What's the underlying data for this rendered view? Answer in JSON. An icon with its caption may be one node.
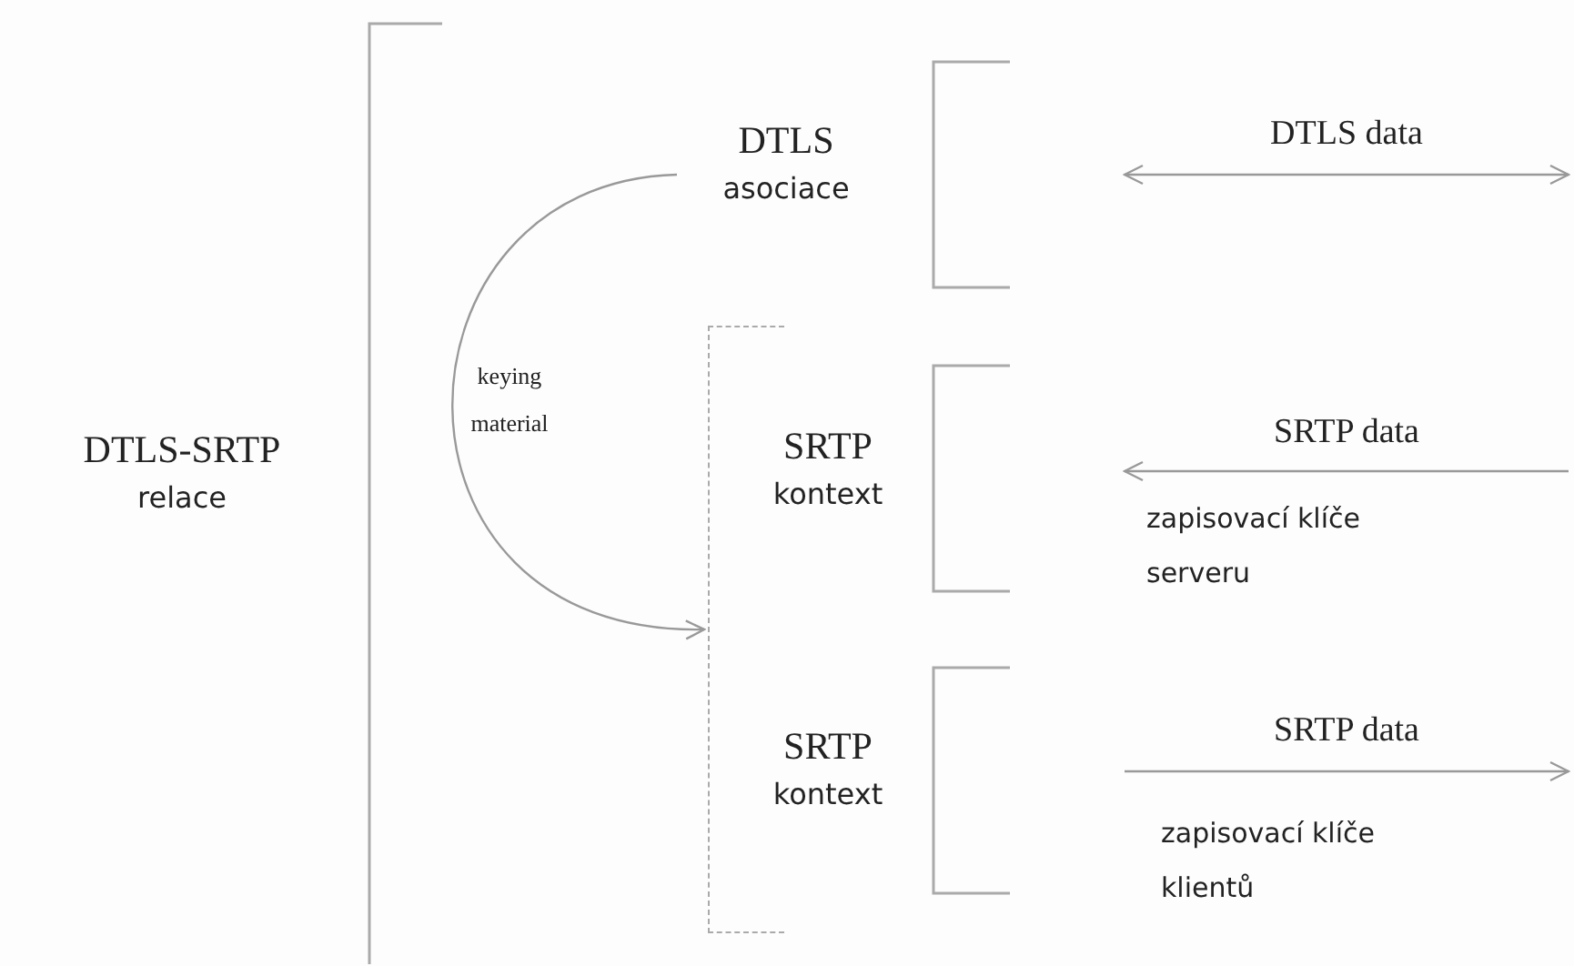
{
  "diagram": {
    "nodes": [
      {
        "text": [
          "DTLS-SRTP",
          "relace"
        ]
      },
      {
        "text": [
          "DTLS",
          "asociace"
        ]
      },
      {
        "text": [],
        "shape": "bracket"
      },
      {
        "text": [
          "SRTP",
          "kontext"
        ]
      },
      {
        "text": [
          "SRTP",
          "kontext"
        ]
      }
    ],
    "edges": [
      {
        "from": 1,
        "to": 2,
        "arrow": "to",
        "label": "keying material"
      }
    ],
    "labels": [
      "DTLS data",
      "SRTP data",
      "zapisovací klíče serveru",
      "SRTP data",
      "zapisovací klíče klientů"
    ]
  }
}
